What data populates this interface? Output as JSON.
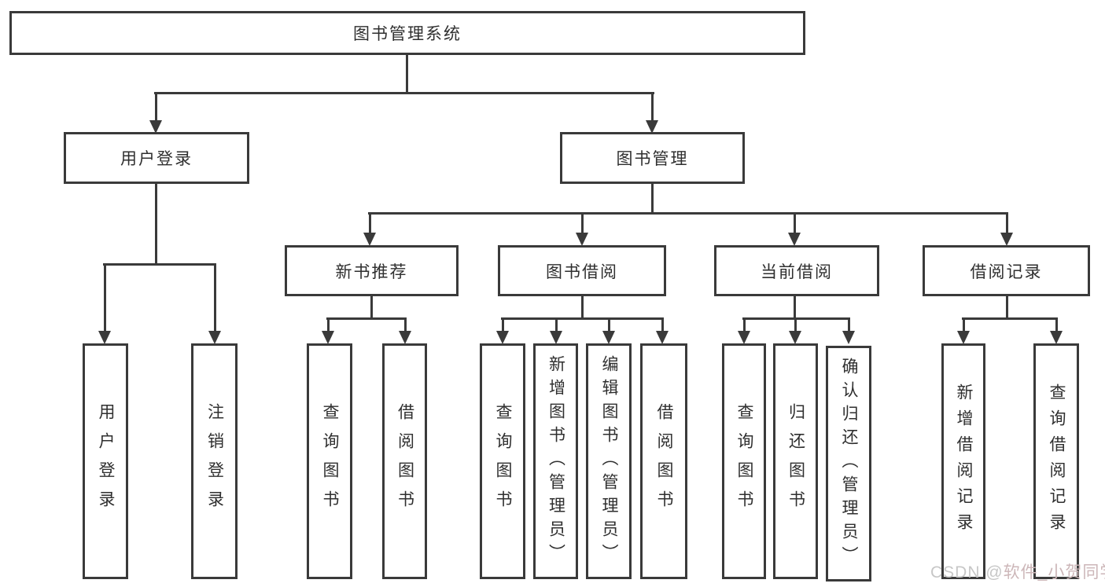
{
  "colors": {
    "line": "#3a3a3a",
    "background": "#ffffff",
    "watermark_gray": "#c7c7c7",
    "watermark_pink": "#ccb6b8"
  },
  "nodes": {
    "root": {
      "label": "图书管理系统"
    },
    "user_login": {
      "label": "用户登录"
    },
    "book_management": {
      "label": "图书管理"
    },
    "new_book_recommend": {
      "label": "新书推荐"
    },
    "book_borrowing": {
      "label": "图书借阅"
    },
    "current_borrowing": {
      "label": "当前借阅"
    },
    "borrowing_records": {
      "label": "借阅记录"
    },
    "leaf_user_login": {
      "label": "用户登录"
    },
    "leaf_logout": {
      "label": "注销登录"
    },
    "leaf_query_books_recommend": {
      "label": "查询图书"
    },
    "leaf_borrow_books_recommend": {
      "label": "借阅图书"
    },
    "leaf_query_books_borrowing": {
      "label": "查询图书"
    },
    "leaf_add_books_admin": {
      "label": "新增图书（管理员）"
    },
    "leaf_edit_books_admin": {
      "label": "编辑图书（管理员）"
    },
    "leaf_borrow_books_borrowing": {
      "label": "借阅图书"
    },
    "leaf_query_books_current": {
      "label": "查询图书"
    },
    "leaf_return_books": {
      "label": "归还图书"
    },
    "leaf_confirm_return_admin": {
      "label": "确认归还（管理员）"
    },
    "leaf_add_borrow_record": {
      "label": "新增借阅记录"
    },
    "leaf_query_borrow_record": {
      "label": "查询借阅记录"
    }
  },
  "watermark": {
    "prefix": "CSDN @",
    "name": "软件_小贺同学"
  }
}
